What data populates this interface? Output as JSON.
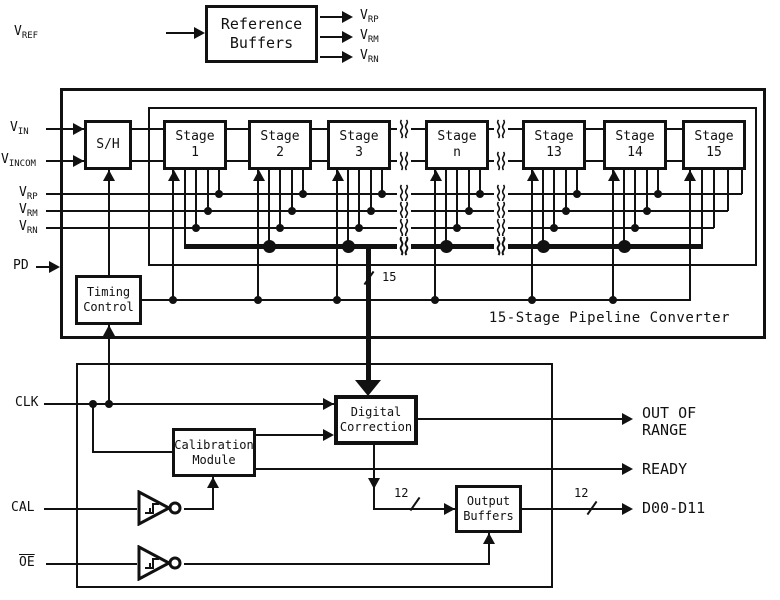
{
  "top": {
    "vref_base": "V",
    "vref_sub": "REF",
    "block_line1": "Reference",
    "block_line2": "Buffers",
    "out1_base": "V",
    "out1_sub": "RP",
    "out2_base": "V",
    "out2_sub": "RM",
    "out3_base": "V",
    "out3_sub": "RN"
  },
  "pipeline": {
    "title": "15-Stage Pipeline Converter",
    "sh": "S/H",
    "stage_word": "Stage",
    "stage_numbers": [
      "1",
      "2",
      "3",
      "n",
      "13",
      "14",
      "15"
    ],
    "timing_line1": "Timing",
    "timing_line2": "Control",
    "in_vin_base": "V",
    "in_vin_sub": "IN",
    "in_vincom_base": "V",
    "in_vincom_sub": "INCOM",
    "in_vrp_base": "V",
    "in_vrp_sub": "RP",
    "in_vrm_base": "V",
    "in_vrm_sub": "RM",
    "in_vrn_base": "V",
    "in_vrn_sub": "RN",
    "in_pd": "PD",
    "bus_width": "15"
  },
  "bottom": {
    "clk": "CLK",
    "cal": "CAL",
    "oe": "OE",
    "calibration_line1": "Calibration",
    "calibration_line2": "Module",
    "dc_line1": "Digital",
    "dc_line2": "Correction",
    "ob_line1": "Output",
    "ob_line2": "Buffers",
    "out_of_range_line1": "OUT OF",
    "out_of_range_line2": "RANGE",
    "ready": "READY",
    "data_out": "D00-D11",
    "bus12": "12"
  }
}
